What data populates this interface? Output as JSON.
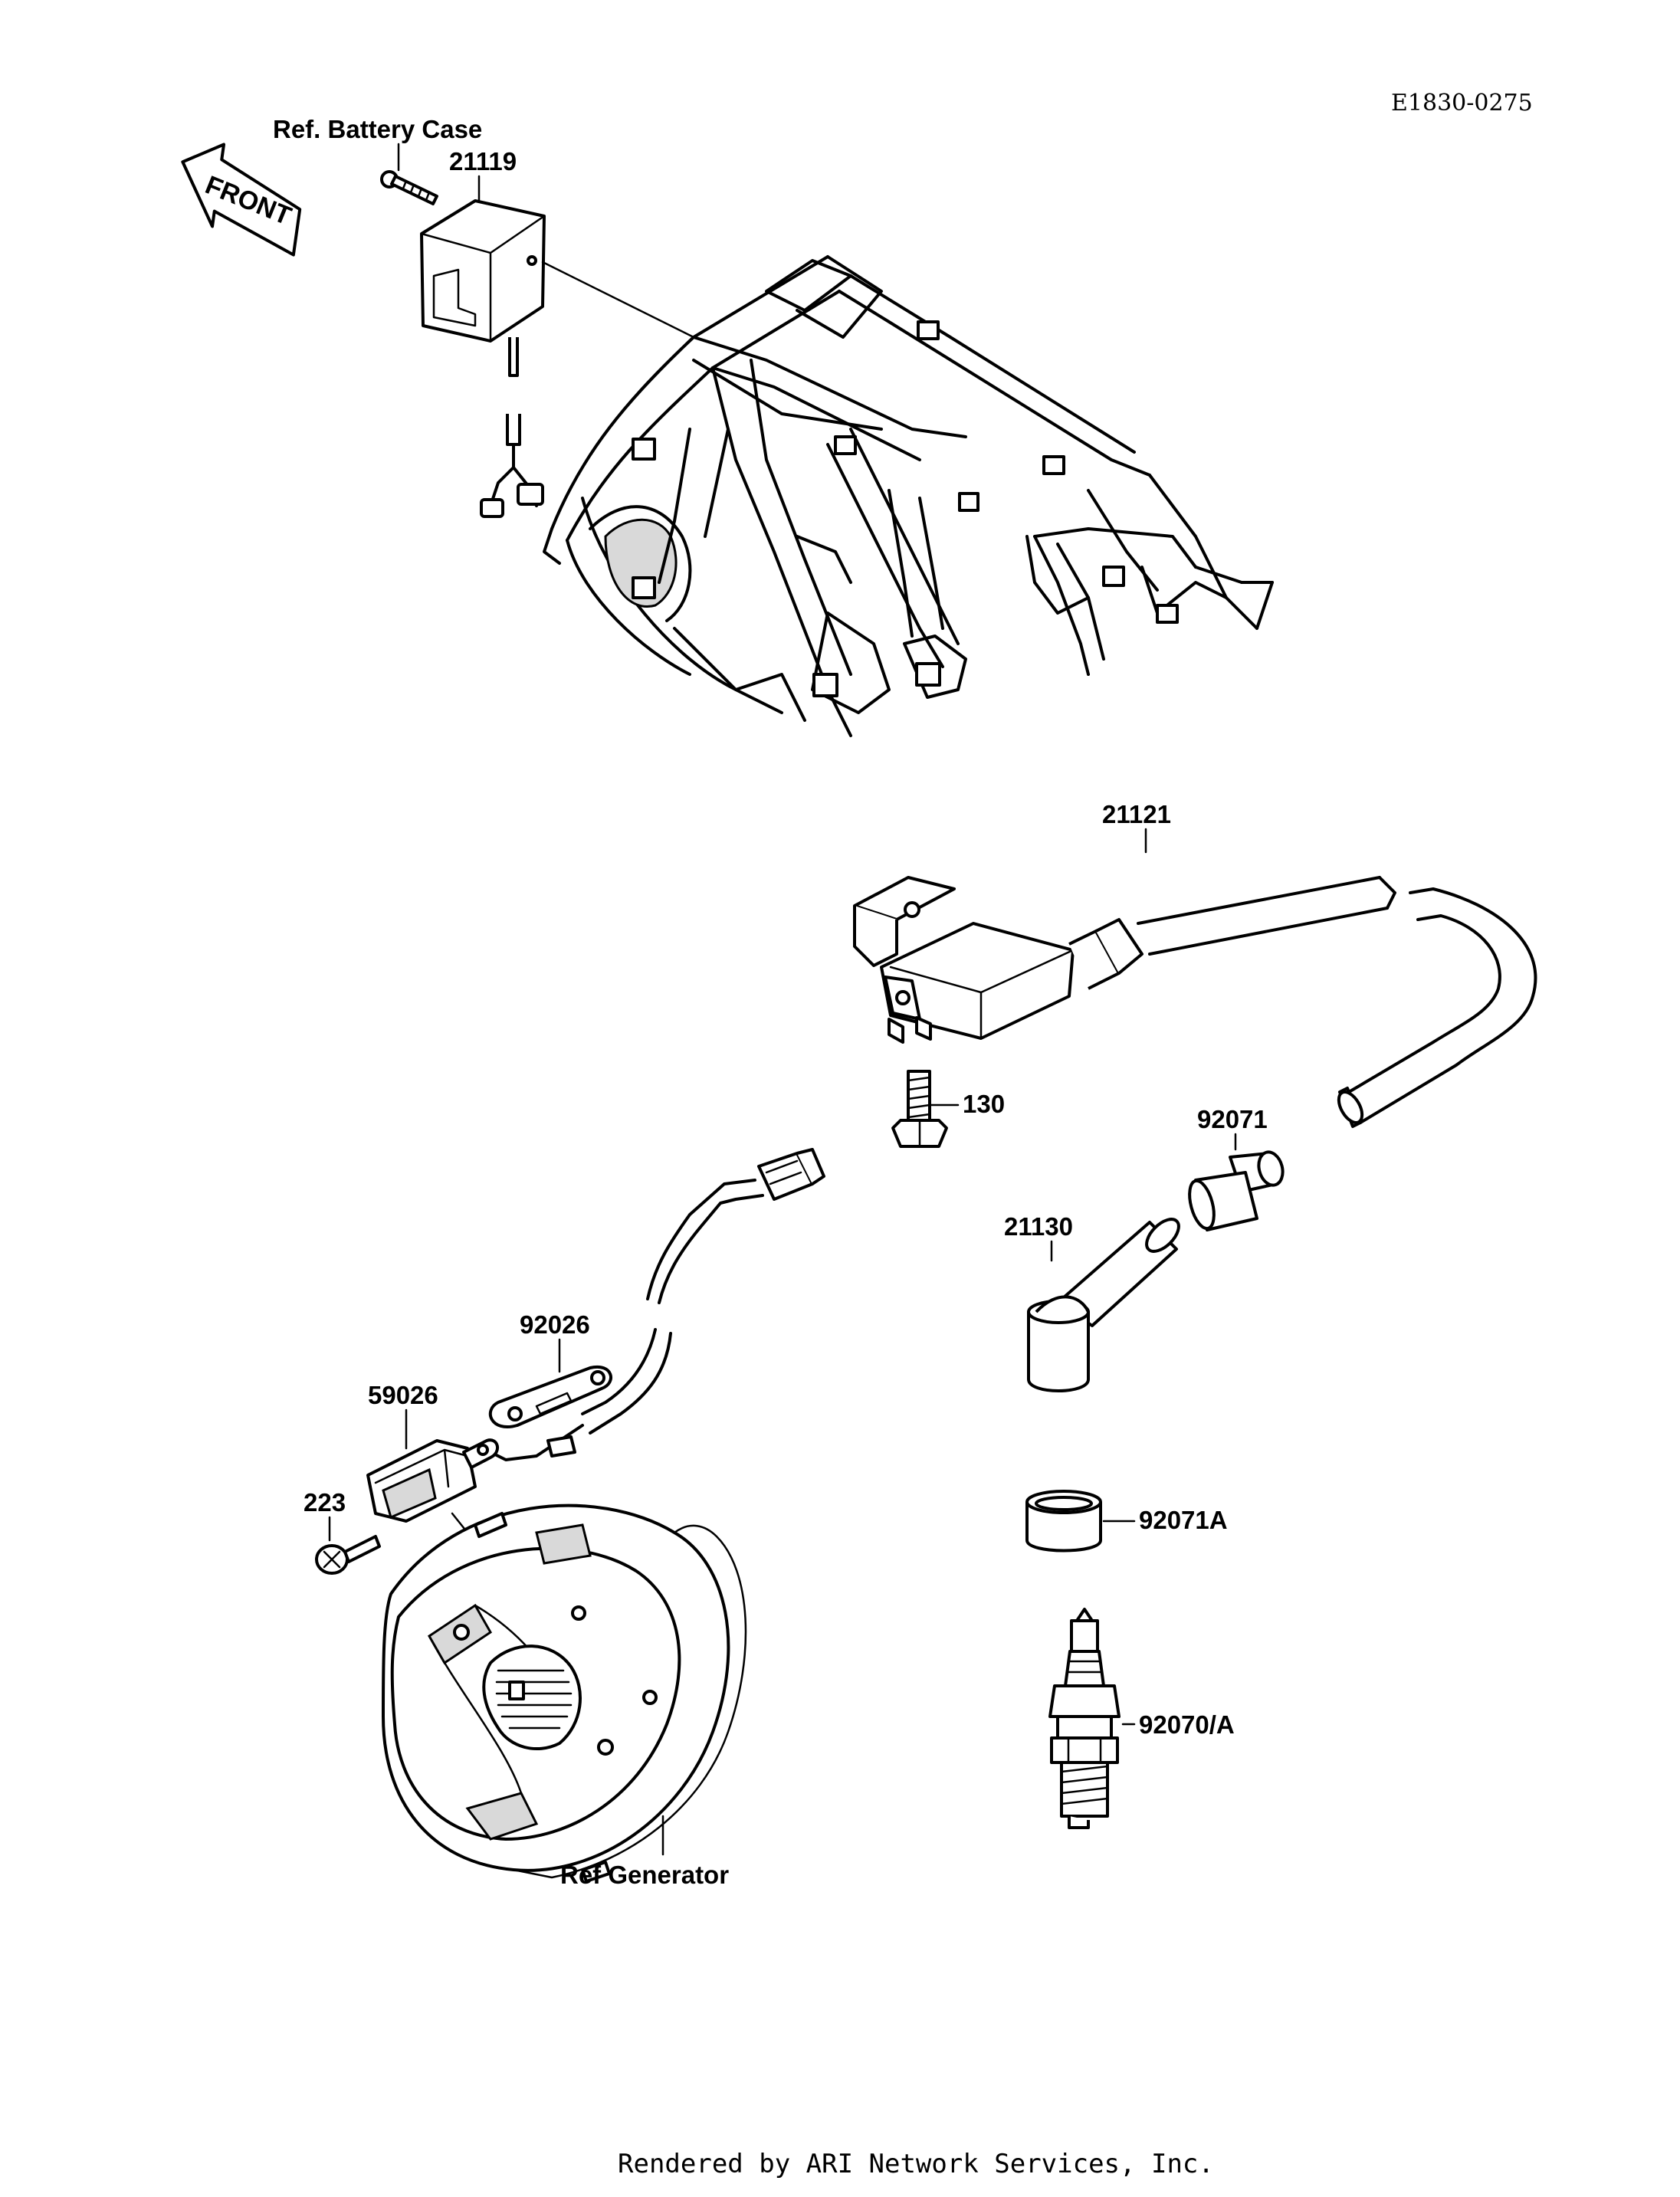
{
  "diagram_code": "E1830-0275",
  "front_marker": "FRONT",
  "callouts": {
    "ref_battery_case": "Ref. Battery Case",
    "p21119": "21119",
    "p21121": "21121",
    "p130": "130",
    "p92071": "92071",
    "p21130": "21130",
    "p92026": "92026",
    "p59026": "59026",
    "p223": "223",
    "p92071a": "92071A",
    "p92070a": "92070/A",
    "ref_generator": "Ref Generator"
  },
  "footer": "Rendered by ARI Network Services, Inc."
}
